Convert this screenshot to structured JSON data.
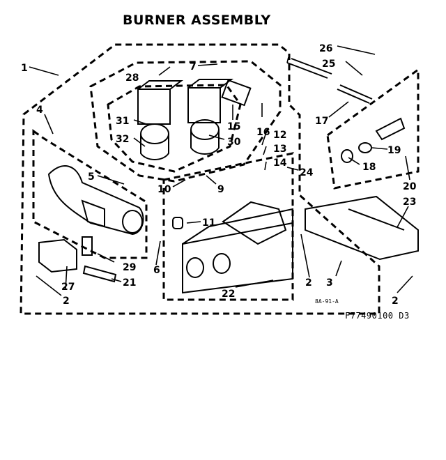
{
  "title": "BURNER ASSEMBLY",
  "doc_code": "8A-91-A",
  "model_code": "F77490100 D3",
  "callouts": [
    "1",
    "2",
    "2",
    "2",
    "2",
    "3",
    "4",
    "5",
    "6",
    "7",
    "9",
    "10",
    "11",
    "12",
    "13",
    "14",
    "15",
    "16",
    "17",
    "18",
    "19",
    "20",
    "21",
    "22",
    "23",
    "24",
    "25",
    "26",
    "27",
    "28",
    "29",
    "30",
    "31",
    "32"
  ]
}
